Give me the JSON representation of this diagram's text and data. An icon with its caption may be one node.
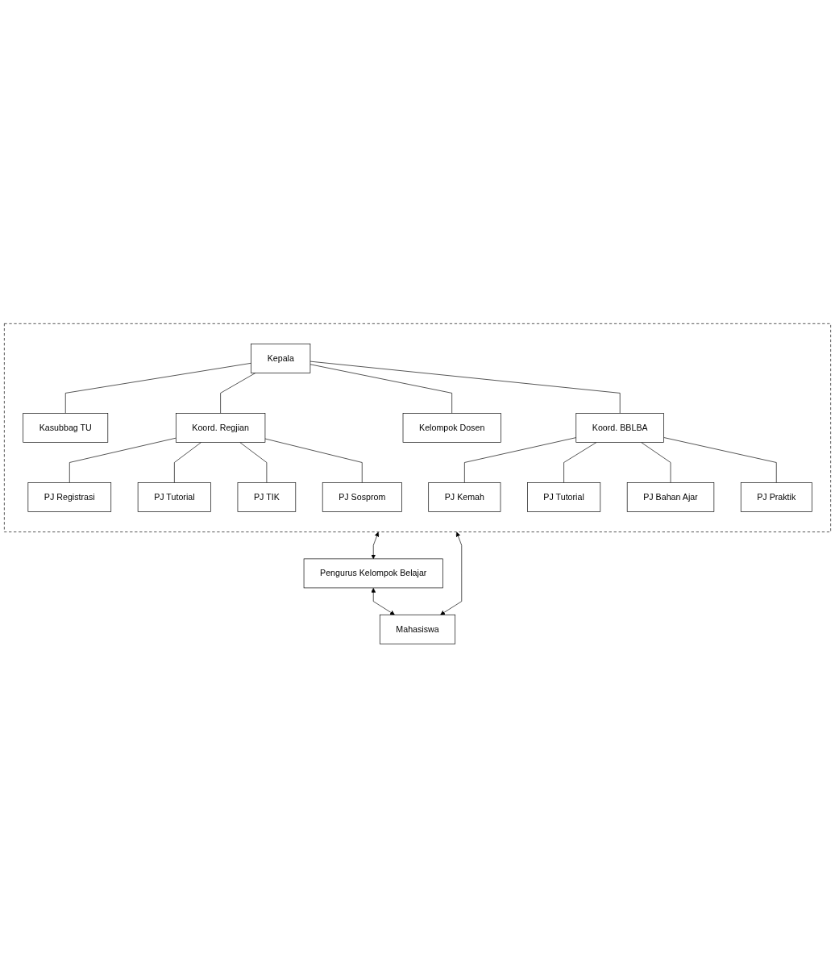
{
  "diagram": {
    "nodes": [
      {
        "text": [],
        "shape": "box"
      },
      {
        "text": [
          "Kepala"
        ],
        "in": 0
      },
      {
        "text": [
          "Kasubbag TU"
        ],
        "in": 0
      },
      {
        "text": [
          "Koord. Regjian"
        ],
        "in": 0
      },
      {
        "text": [
          "PJ Registrasi"
        ],
        "in": 0
      },
      {
        "text": [
          "PJ Tutorial"
        ],
        "in": 0
      },
      {
        "text": [
          "PJ TIK"
        ],
        "in": 0
      },
      {
        "text": [
          "PJ Sosprom"
        ],
        "in": 0
      },
      {
        "text": [
          "Kelompok Dosen"
        ],
        "in": 0
      },
      {
        "text": [
          "Koord. BBLBA"
        ],
        "in": 0
      },
      {
        "text": [
          "PJ Kemah"
        ],
        "in": 0
      },
      {
        "text": [
          "PJ Tutorial"
        ],
        "in": 0
      },
      {
        "text": [
          "PJ Bahan Ajar"
        ],
        "in": 0
      },
      {
        "text": [
          "PJ Praktik"
        ],
        "in": 0
      },
      {
        "text": [
          "Pengurus Kelompok Belajar"
        ]
      },
      {
        "text": [
          "Mahasiswa"
        ]
      }
    ],
    "edges": [
      {
        "from": 1,
        "to": 2,
        "arrow": "none"
      },
      {
        "from": 1,
        "to": 3,
        "arrow": "none"
      },
      {
        "from": 1,
        "to": 8,
        "arrow": "none"
      },
      {
        "from": 1,
        "to": 9,
        "arrow": "none"
      },
      {
        "from": 3,
        "to": 4,
        "arrow": "none"
      },
      {
        "from": 3,
        "to": 5,
        "arrow": "none"
      },
      {
        "from": 3,
        "to": 6,
        "arrow": "none"
      },
      {
        "from": 3,
        "to": 7,
        "arrow": "none"
      },
      {
        "from": 9,
        "to": 10,
        "arrow": "none"
      },
      {
        "from": 9,
        "to": 11,
        "arrow": "none"
      },
      {
        "from": 9,
        "to": 12,
        "arrow": "none"
      },
      {
        "from": 9,
        "to": 13,
        "arrow": "none"
      },
      {
        "from": 0,
        "to": 14,
        "arrow": "both"
      },
      {
        "from": 14,
        "to": 15,
        "arrow": "both"
      },
      {
        "from": 0,
        "to": 15,
        "arrow": "both"
      }
    ]
  }
}
